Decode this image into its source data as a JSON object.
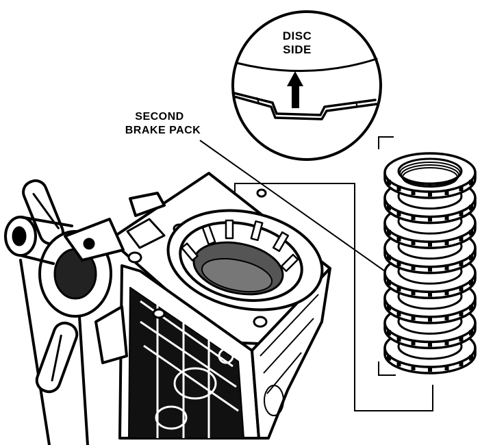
{
  "labels": {
    "disc_side_line1": "DISC",
    "disc_side_line2": "SIDE",
    "second_brake_line1": "SECOND",
    "second_brake_line2": "BRAKE PACK"
  },
  "colors": {
    "ink": "#000000",
    "paper": "#ffffff"
  },
  "brake_pack": {
    "disc_count": 8
  }
}
